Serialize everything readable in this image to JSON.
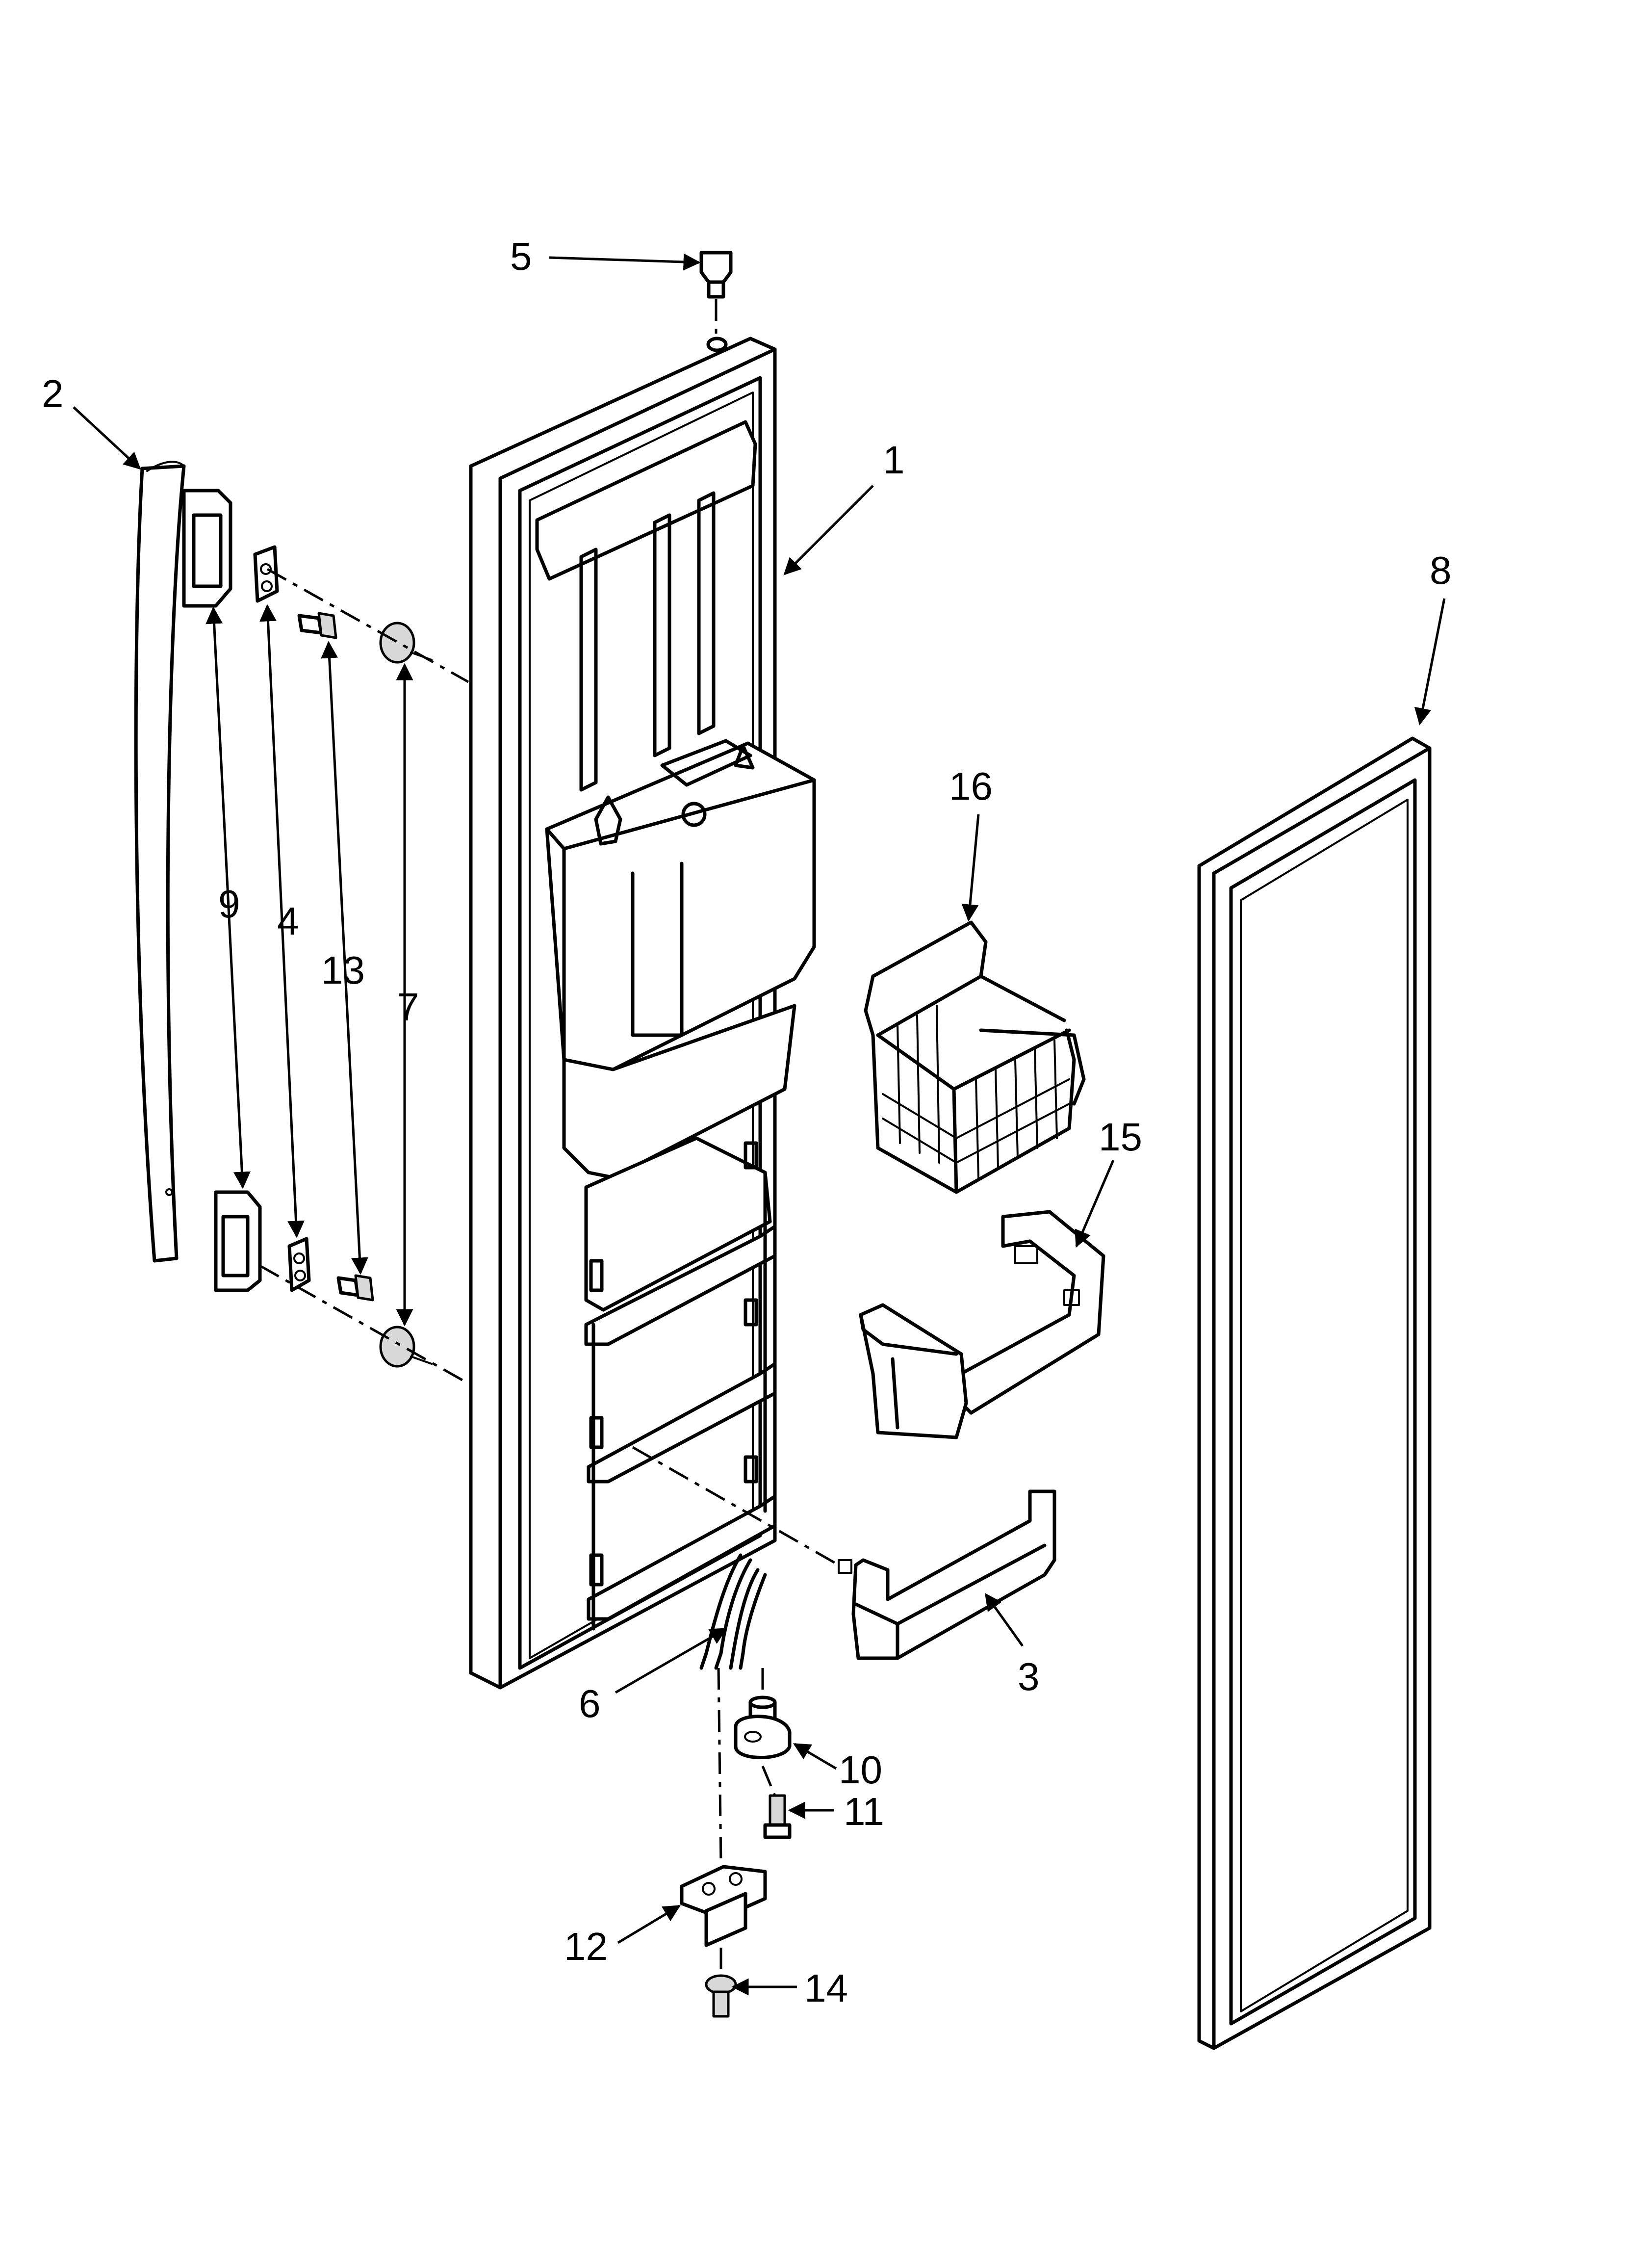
{
  "diagram": {
    "colors": {
      "line": "#000000",
      "background": "#ffffff",
      "shade": "#d8d8d8"
    },
    "callouts": [
      {
        "id": "c1",
        "label": "1"
      },
      {
        "id": "c2",
        "label": "2"
      },
      {
        "id": "c3",
        "label": "3"
      },
      {
        "id": "c4",
        "label": "4"
      },
      {
        "id": "c5",
        "label": "5"
      },
      {
        "id": "c6",
        "label": "6"
      },
      {
        "id": "c7",
        "label": "7"
      },
      {
        "id": "c8",
        "label": "8"
      },
      {
        "id": "c9",
        "label": "9"
      },
      {
        "id": "c10",
        "label": "10"
      },
      {
        "id": "c11",
        "label": "11"
      },
      {
        "id": "c12",
        "label": "12"
      },
      {
        "id": "c13",
        "label": "13"
      },
      {
        "id": "c14",
        "label": "14"
      },
      {
        "id": "c15",
        "label": "15"
      },
      {
        "id": "c16",
        "label": "16"
      }
    ]
  }
}
